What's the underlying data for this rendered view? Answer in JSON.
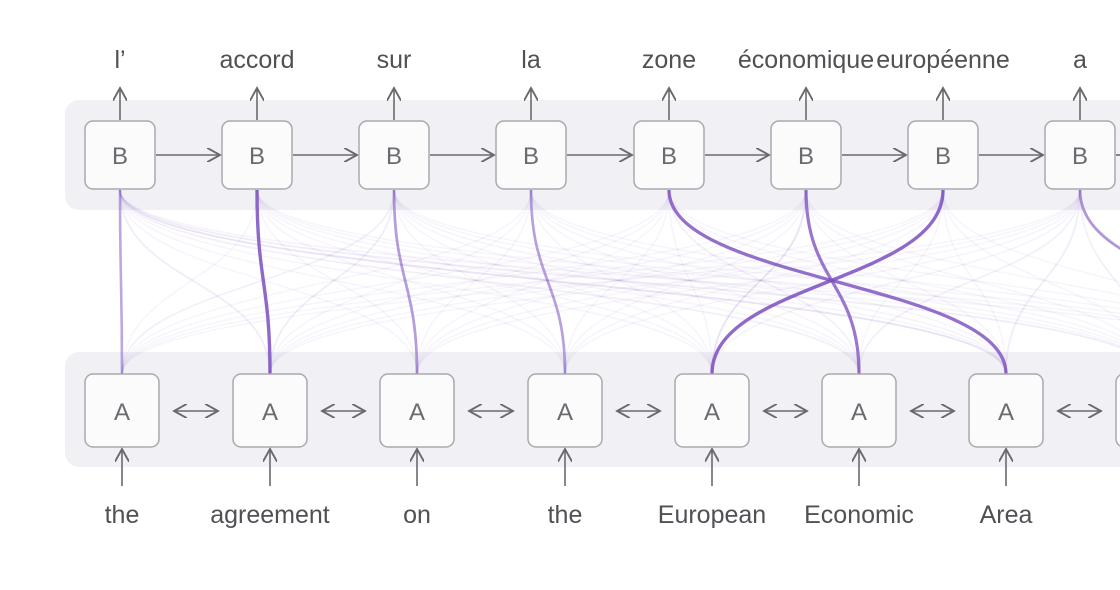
{
  "decoder": {
    "label": "B",
    "outputs": [
      "l’",
      "accord",
      "sur",
      "la",
      "zone",
      "économique",
      "européenne",
      "a"
    ]
  },
  "encoder": {
    "label": "A",
    "inputs": [
      "the",
      "agreement",
      "on",
      "the",
      "European",
      "Economic",
      "Area",
      ""
    ]
  },
  "colors": {
    "attention": "#7b4fc0",
    "panel": "#f1f0f5"
  },
  "attention_weights": [
    [
      0.55,
      0.12,
      0.06,
      0.05,
      0.06,
      0.1,
      0.18,
      0.12,
      0.08
    ],
    [
      0.06,
      0.95,
      0.05,
      0.04,
      0.04,
      0.05,
      0.06,
      0.04,
      0.04
    ],
    [
      0.1,
      0.12,
      0.62,
      0.05,
      0.05,
      0.06,
      0.08,
      0.06,
      0.05
    ],
    [
      0.02,
      0.03,
      0.06,
      0.6,
      0.05,
      0.05,
      0.06,
      0.05,
      0.05
    ],
    [
      0.02,
      0.02,
      0.03,
      0.05,
      0.06,
      0.1,
      0.9,
      0.06,
      0.04
    ],
    [
      0.02,
      0.02,
      0.03,
      0.04,
      0.18,
      0.85,
      0.06,
      0.05,
      0.04
    ],
    [
      0.02,
      0.02,
      0.03,
      0.04,
      0.95,
      0.06,
      0.05,
      0.05,
      0.04
    ],
    [
      0.02,
      0.03,
      0.04,
      0.06,
      0.08,
      0.1,
      0.12,
      0.1,
      0.65
    ]
  ]
}
